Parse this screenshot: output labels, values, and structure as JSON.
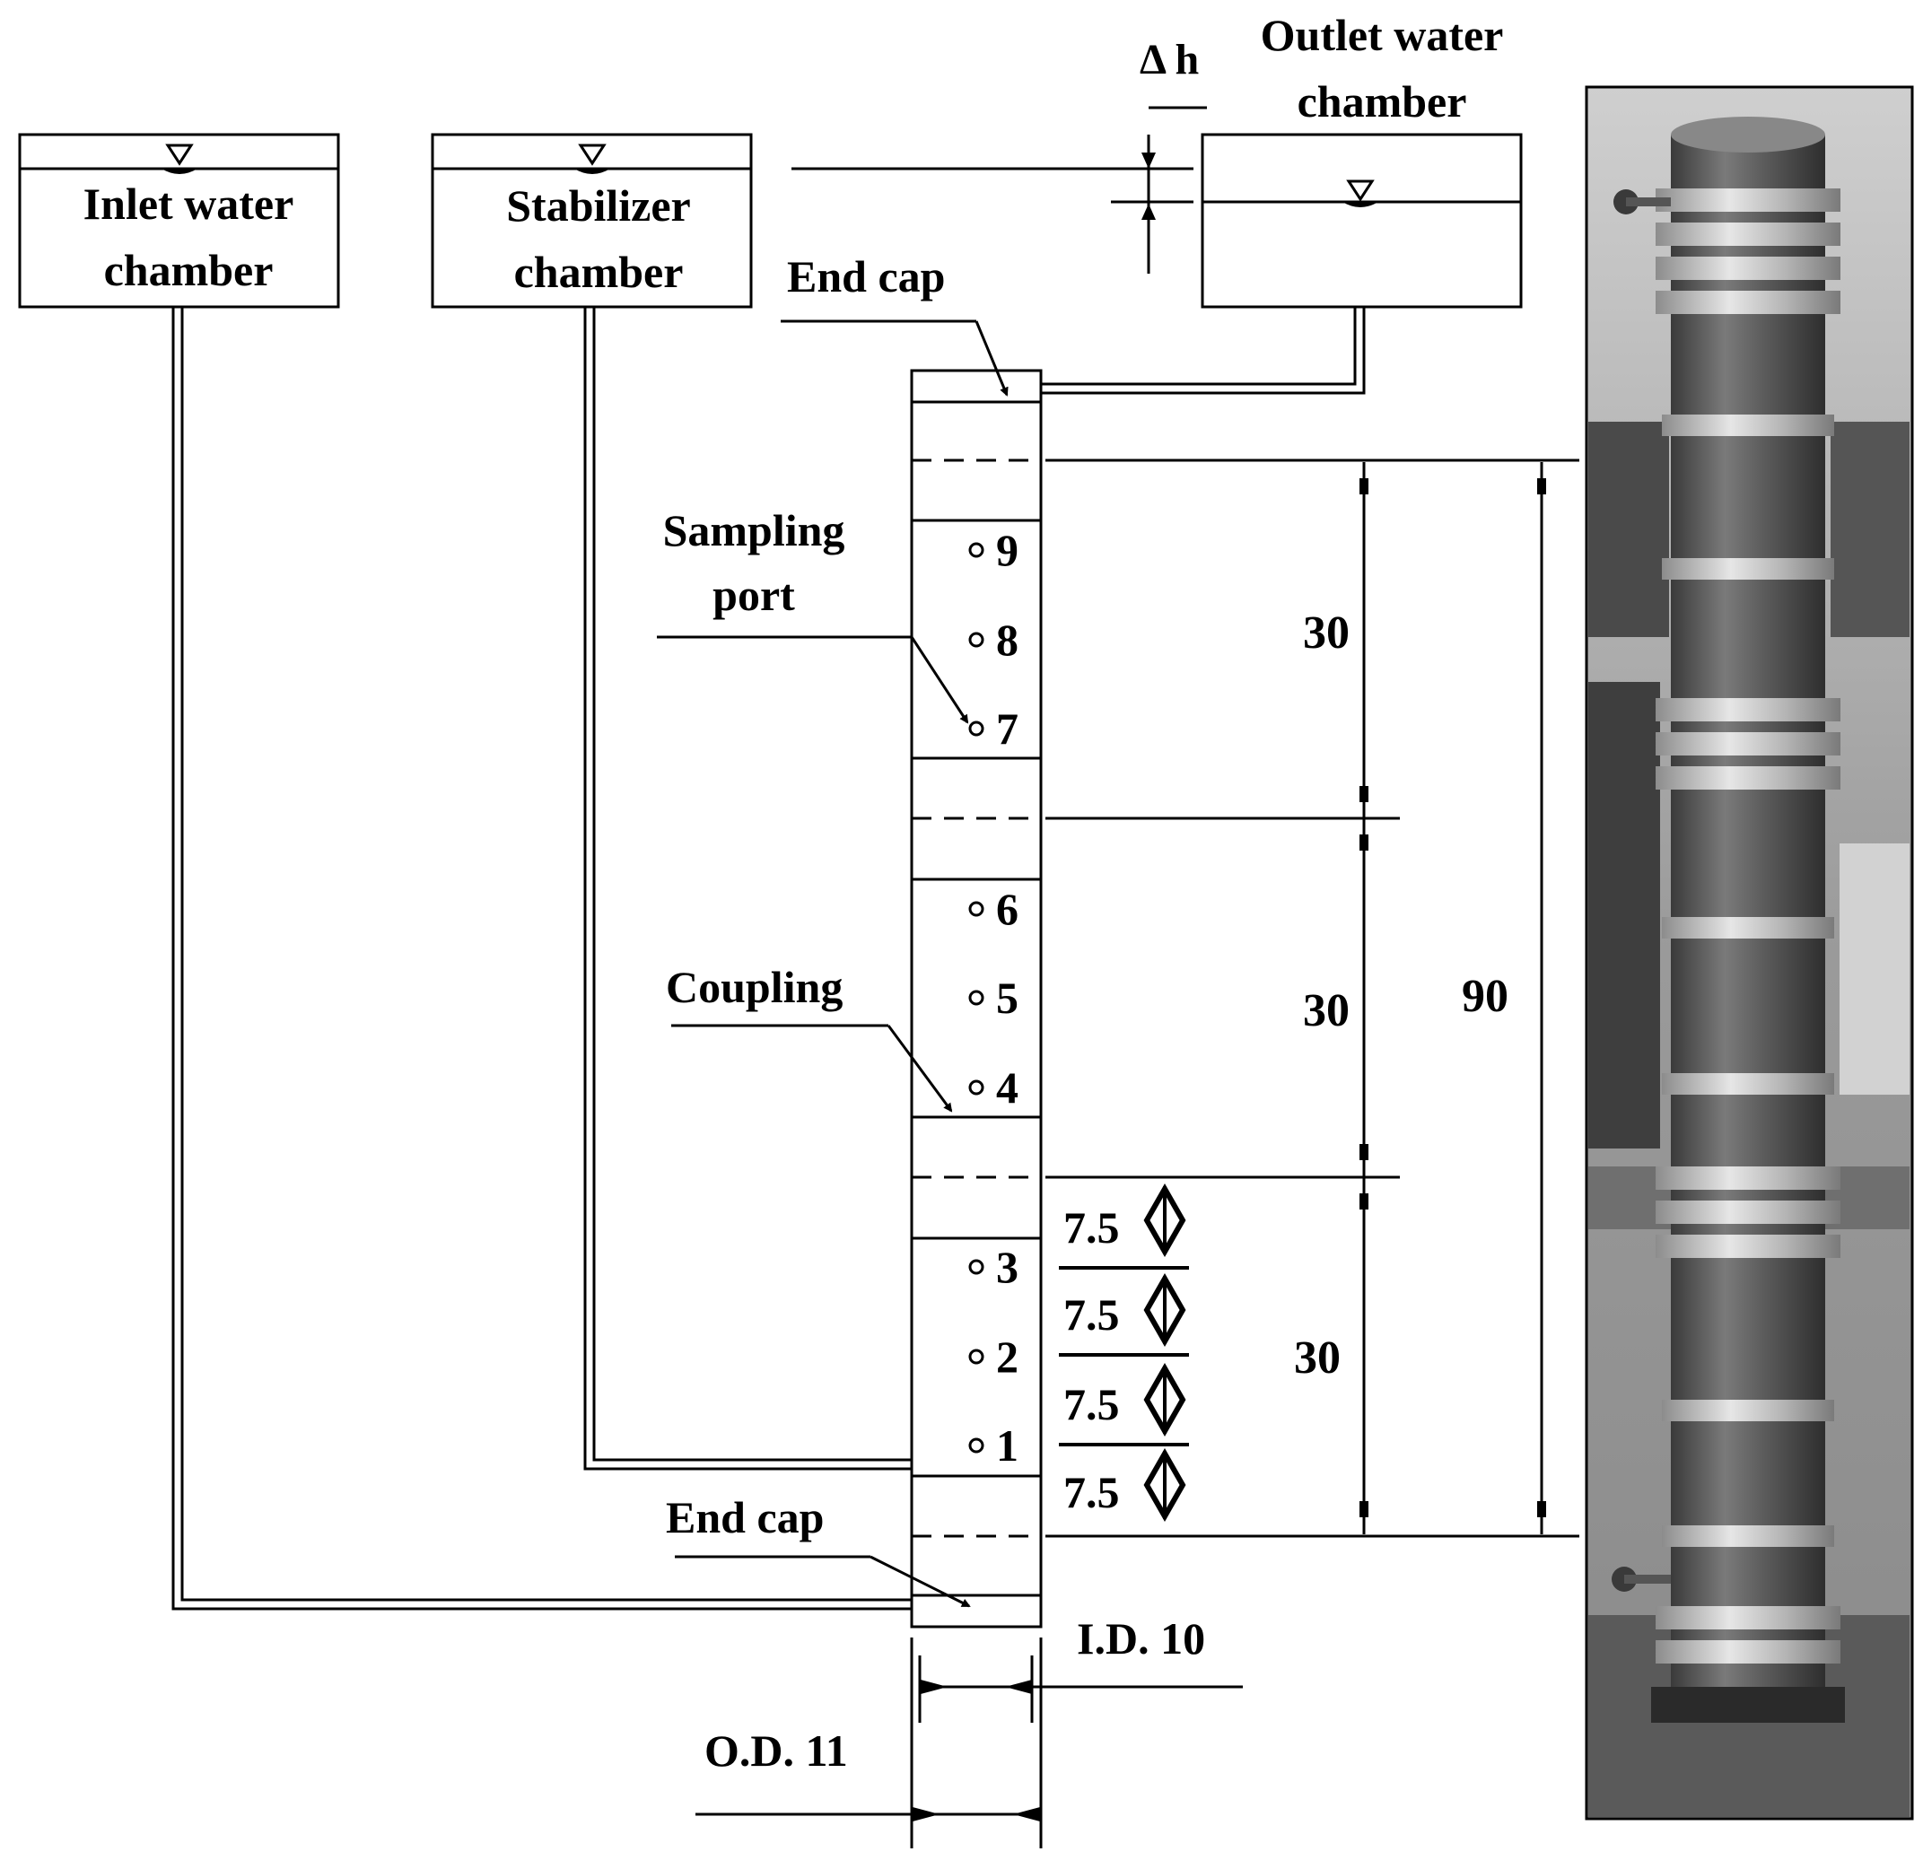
{
  "chambers": {
    "inlet": [
      "Inlet water",
      "chamber"
    ],
    "stabilizer": [
      "Stabilizer",
      "chamber"
    ],
    "outlet": [
      "Outlet water",
      "chamber"
    ]
  },
  "labels": {
    "delta_h": "Δ h",
    "end_cap_top": "End cap",
    "end_cap_bottom": "End cap",
    "sampling_port": [
      "Sampling",
      "port"
    ],
    "coupling": "Coupling",
    "inner_diameter": "I.D. 10",
    "outer_diameter": "O.D. 11"
  },
  "ports": [
    "9",
    "8",
    "7",
    "6",
    "5",
    "4",
    "3",
    "2",
    "1"
  ],
  "dimensions": {
    "section_top": "30",
    "section_middle": "30",
    "section_bottom": "30",
    "total": "90",
    "port_spacing": [
      "7.5",
      "7.5",
      "7.5",
      "7.5"
    ]
  },
  "photo": {
    "description_icon": "soil-column-photo",
    "tone": "#6a6a6a"
  }
}
